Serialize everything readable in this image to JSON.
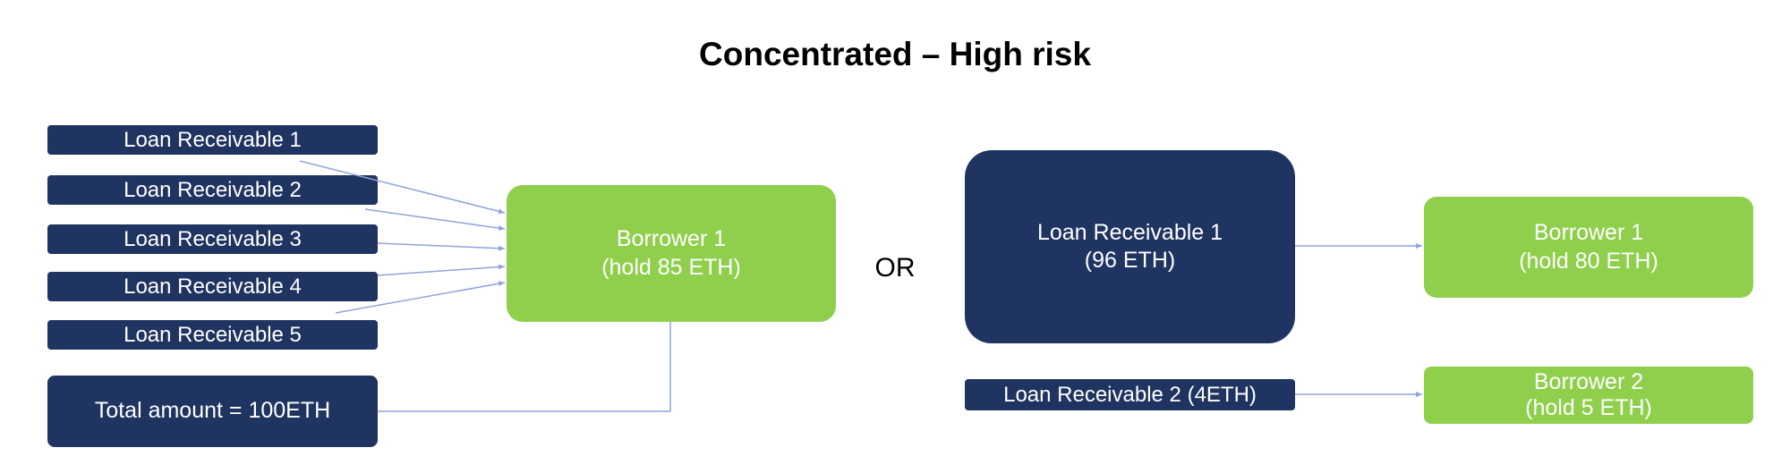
{
  "title": "Concentrated – High risk",
  "left": {
    "receivables": [
      "Loan Receivable 1",
      "Loan Receivable 2",
      "Loan Receivable 3",
      "Loan Receivable 4",
      "Loan Receivable 5"
    ],
    "total": "Total amount = 100ETH",
    "borrower": {
      "name": "Borrower 1",
      "holding": "(hold 85 ETH)"
    }
  },
  "separator": "OR",
  "right": {
    "receivable_1": {
      "name": "Loan Receivable 1",
      "amount": "(96 ETH)"
    },
    "receivable_2": "Loan Receivable 2 (4ETH)",
    "borrower_1": {
      "name": "Borrower 1",
      "holding": "(hold 80 ETH)"
    },
    "borrower_2": {
      "name": "Borrower 2",
      "holding": "(hold 5 ETH)"
    }
  },
  "colors": {
    "navy": "#1f3461",
    "green": "#8fcf4c",
    "connector": "#8ea4d9"
  }
}
